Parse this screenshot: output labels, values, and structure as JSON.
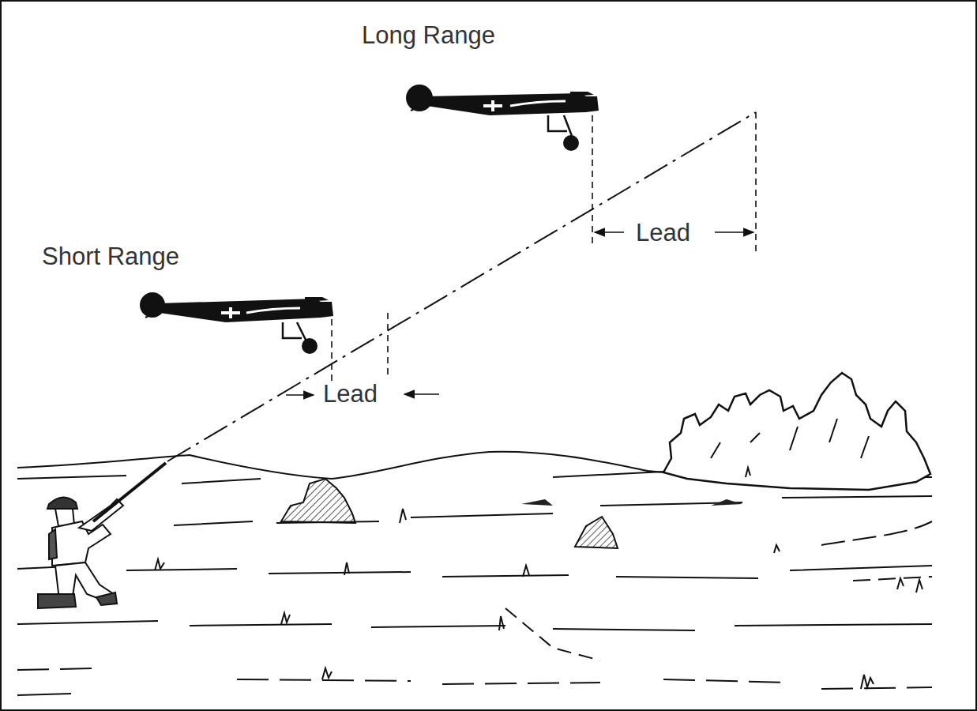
{
  "diagram": {
    "labels": [
      "Long Range",
      "Short Range",
      "Lead",
      "Lead"
    ]
  }
}
